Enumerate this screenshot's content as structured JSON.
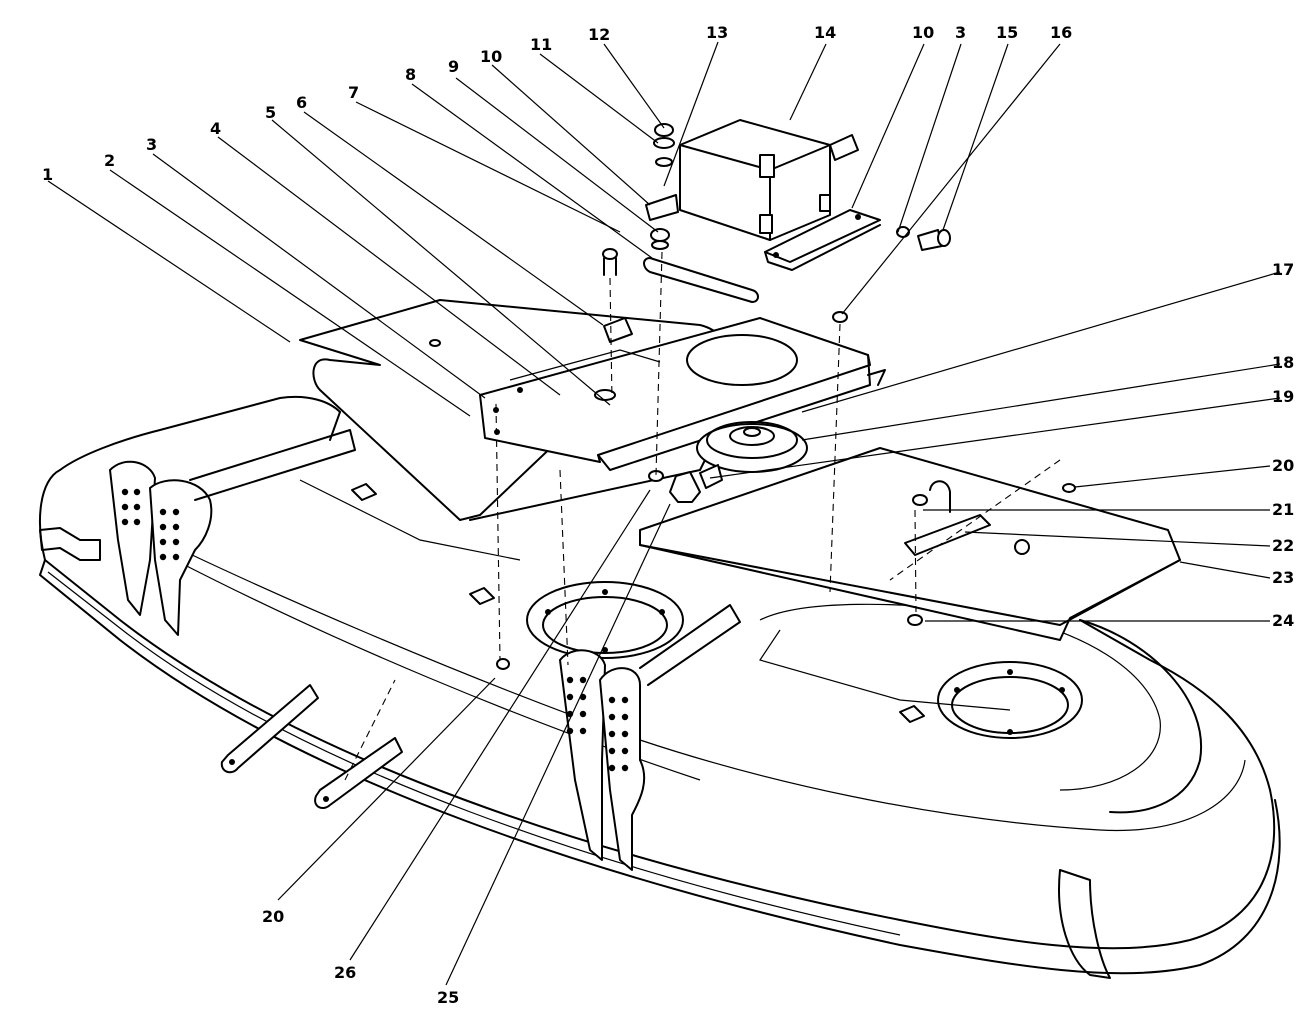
{
  "callouts": [
    {
      "num": "1"
    },
    {
      "num": "2"
    },
    {
      "num": "3"
    },
    {
      "num": "4"
    },
    {
      "num": "5"
    },
    {
      "num": "6"
    },
    {
      "num": "7"
    },
    {
      "num": "8"
    },
    {
      "num": "9"
    },
    {
      "num": "10"
    },
    {
      "num": "11"
    },
    {
      "num": "12"
    },
    {
      "num": "13"
    },
    {
      "num": "14"
    },
    {
      "num": "10"
    },
    {
      "num": "3"
    },
    {
      "num": "15"
    },
    {
      "num": "16"
    },
    {
      "num": "17"
    },
    {
      "num": "18"
    },
    {
      "num": "19"
    },
    {
      "num": "20"
    },
    {
      "num": "21"
    },
    {
      "num": "22"
    },
    {
      "num": "23"
    },
    {
      "num": "24"
    },
    {
      "num": "20"
    },
    {
      "num": "26"
    },
    {
      "num": "25"
    }
  ],
  "colors": {
    "ink": "#000000",
    "paper": "#ffffff"
  }
}
